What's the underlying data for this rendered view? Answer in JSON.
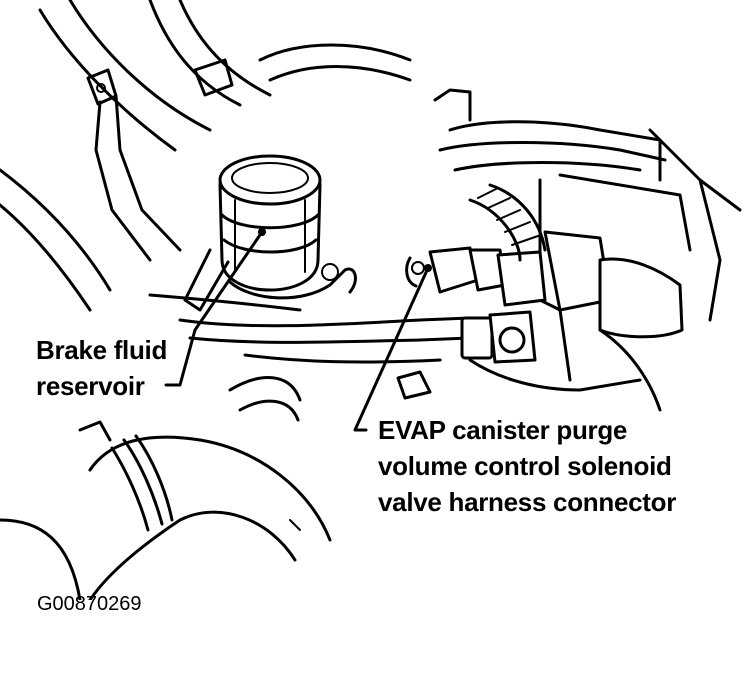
{
  "labels": {
    "brake_line1": "Brake fluid",
    "brake_line2": "reservoir",
    "evap_line1": "EVAP canister purge",
    "evap_line2": "volume control solenoid",
    "evap_line3": "valve harness connector"
  },
  "figure_code": "G00870269"
}
